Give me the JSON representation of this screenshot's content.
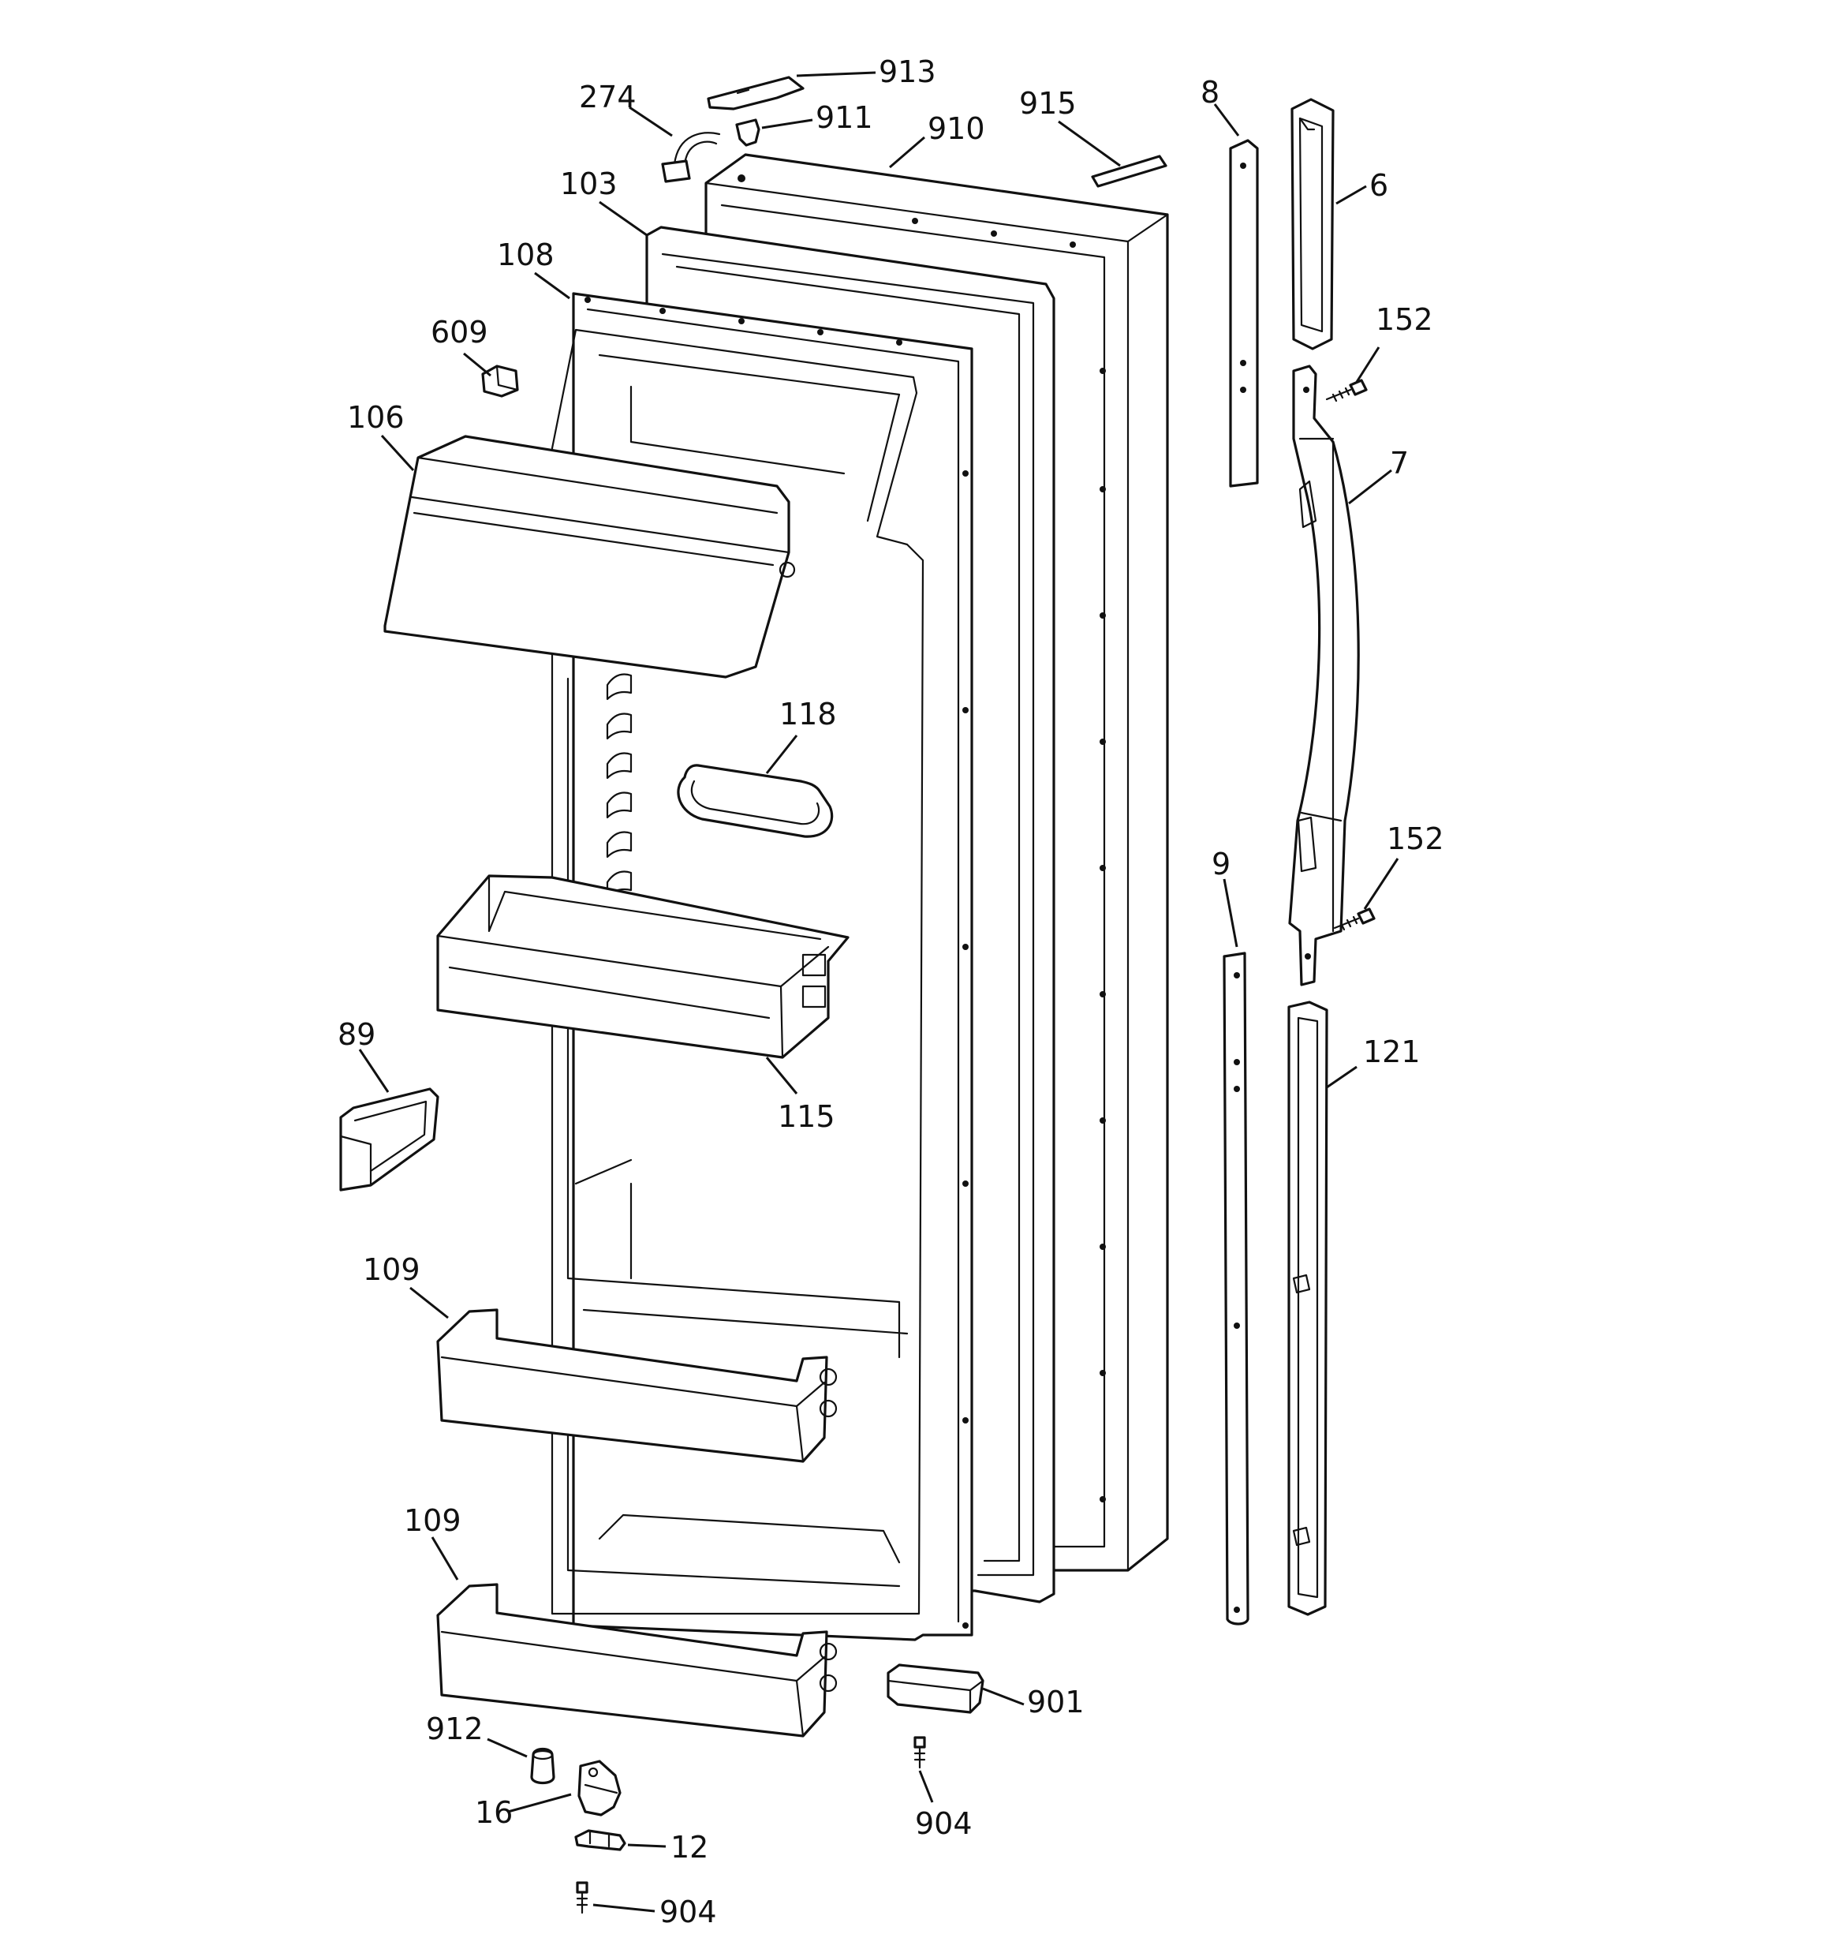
{
  "callouts": [
    {
      "id": "913",
      "text": "913"
    },
    {
      "id": "274",
      "text": "274"
    },
    {
      "id": "911",
      "text": "911"
    },
    {
      "id": "910",
      "text": "910"
    },
    {
      "id": "915",
      "text": "915"
    },
    {
      "id": "8",
      "text": "8"
    },
    {
      "id": "6",
      "text": "6"
    },
    {
      "id": "103",
      "text": "103"
    },
    {
      "id": "108",
      "text": "108"
    },
    {
      "id": "152a",
      "text": "152"
    },
    {
      "id": "609",
      "text": "609"
    },
    {
      "id": "7",
      "text": "7"
    },
    {
      "id": "106",
      "text": "106"
    },
    {
      "id": "118",
      "text": "118"
    },
    {
      "id": "152b",
      "text": "152"
    },
    {
      "id": "9",
      "text": "9"
    },
    {
      "id": "89",
      "text": "89"
    },
    {
      "id": "121",
      "text": "121"
    },
    {
      "id": "115",
      "text": "115"
    },
    {
      "id": "109a",
      "text": "109"
    },
    {
      "id": "109b",
      "text": "109"
    },
    {
      "id": "901",
      "text": "901"
    },
    {
      "id": "912",
      "text": "912"
    },
    {
      "id": "904a",
      "text": "904"
    },
    {
      "id": "16",
      "text": "16"
    },
    {
      "id": "12",
      "text": "12"
    },
    {
      "id": "904b",
      "text": "904"
    }
  ]
}
